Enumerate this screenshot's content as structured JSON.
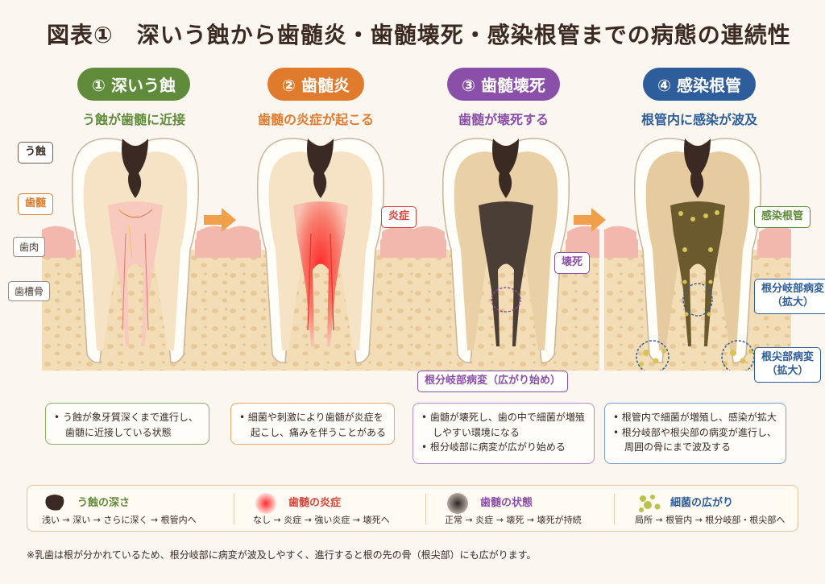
{
  "title": "図表①　深いう蝕から歯髄炎・歯髄壊死・感染根管までの病態の連続性",
  "stages": [
    {
      "pill": "① 深いう蝕",
      "subtitle": "う蝕が歯髄に近接",
      "color": "#5f8b3a",
      "desc": [
        "• う蝕が象牙質深くまで進行し、歯髄に近接している状態"
      ]
    },
    {
      "pill": "② 歯髄炎",
      "subtitle": "歯髄の炎症が起こる",
      "color": "#e07a2c",
      "desc": [
        "• 細菌や刺激により歯髄が炎症を起こし、痛みを伴うことがある"
      ]
    },
    {
      "pill": "③ 歯髄壊死",
      "subtitle": "歯髄が壊死する",
      "color": "#8a4fa8",
      "desc": [
        "• 歯髄が壊死し、歯の中で細菌が増殖しやすい環境になる",
        "• 根分岐部に病変が広がり始める"
      ]
    },
    {
      "pill": "④ 感染根管",
      "subtitle": "根管内に感染が波及",
      "color": "#2d5d9a",
      "desc": [
        "• 根管内で細菌が増殖し、感染が拡大",
        "• 根分岐部や根尖部の病変が進行し、周囲の骨にまで波及する"
      ]
    }
  ],
  "labels": {
    "caries": "う蝕",
    "pulp": "歯髄",
    "gum": "歯肉",
    "bone": "歯槽骨",
    "inflammation": "炎症",
    "necrosis": "壊死",
    "furcation_start": "根分岐部病変（広がり始め）",
    "infected_canal": "感染根管",
    "furcation_lesion": "根分岐部病変",
    "furcation_lesion_sub": "（拡大）",
    "apical_lesion": "根尖部病変",
    "apical_lesion_sub": "（拡大）"
  },
  "legend": [
    {
      "title": "う蝕の深さ",
      "scale": "浅い → 深い → さらに深く → 根管内へ",
      "color": "#5f8b3a"
    },
    {
      "title": "歯髄の炎症",
      "scale": "なし → 炎症 → 強い炎症 → 壊死へ",
      "color": "#d7453a"
    },
    {
      "title": "歯髄の状態",
      "scale": "正常 → 炎症 → 壊死 → 壊死が持続",
      "color": "#8a4fa8"
    },
    {
      "title": "細菌の広がり",
      "scale": "局所 → 根管内 → 根分岐部・根尖部へ",
      "color": "#2d5d9a"
    }
  ],
  "footnote": "※乳歯は根が分かれているため、根分岐部に病変が波及しやすく、進行すると根の先の骨（根尖部）にも広がります。",
  "colors": {
    "enamel": "#fffdf8",
    "dentin": "#f6e3c6",
    "gum": "#f2b7ad",
    "bone": "#f2dcb4",
    "arrow": "#f0a04a"
  }
}
